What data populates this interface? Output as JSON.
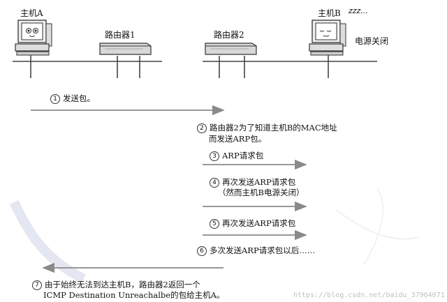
{
  "hosts": {
    "a_label": "主机A",
    "b_label": "主机B",
    "b_sleep": "zzz...",
    "b_status": "电源关闭"
  },
  "routers": [
    {
      "label": "路由器1"
    },
    {
      "label": "路由器2"
    }
  ],
  "steps": [
    {
      "num": "1",
      "line1": "发送包。",
      "line2": ""
    },
    {
      "num": "2",
      "line1": "路由器2为了知道主机B的MAC地址",
      "line2": "而发送ARP包。"
    },
    {
      "num": "3",
      "line1": "ARP请求包",
      "line2": ""
    },
    {
      "num": "4",
      "line1": "再次发送ARP请求包",
      "line2": "（然而主机B电源关闭）"
    },
    {
      "num": "5",
      "line1": "再次发送ARP请求包",
      "line2": ""
    },
    {
      "num": "6",
      "line1": "多次发送ARP请求包以后……",
      "line2": ""
    },
    {
      "num": "7",
      "line1": "由于始终无法到达主机B，路由器2返回一个",
      "line2": "ICMP Destination Unreachalbe的包给主机A。"
    }
  ],
  "watermark": "https://blog.csdn.net/baidu_37964071",
  "colors": {
    "arrow": "#8a8a8a",
    "line": "#444444",
    "device": "#d8d8d8"
  }
}
